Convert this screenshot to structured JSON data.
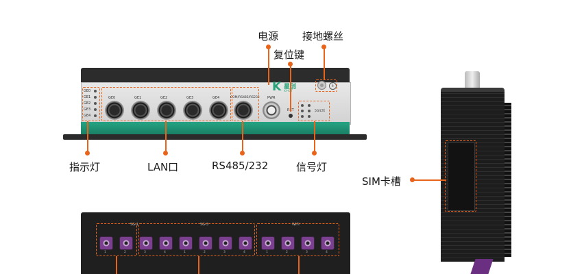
{
  "labels": {
    "power": "电源",
    "ground": "接地螺丝",
    "reset": "复位键",
    "indicator": "指示灯",
    "lan": "LAN口",
    "rs485": "RS485/232",
    "signal": "信号灯",
    "sim": "SIM卡槽"
  },
  "device": {
    "brand": "星创",
    "brand_sub": "XY-IOT",
    "logo_letter": "K",
    "ports": [
      "GE0",
      "GE1",
      "GE2",
      "GE3",
      "GE4"
    ],
    "com_port": "COM/RS485/RS232",
    "pwr": "PWR",
    "rst": "RST",
    "leds": [
      "GE0",
      "GE1",
      "GE2",
      "GE3",
      "GE4"
    ],
    "signal_label": "5G/LTE"
  },
  "bottom": {
    "groups": [
      "5G-1",
      "5G-3",
      "WIFI"
    ],
    "ant_numbers": [
      "1",
      "2",
      "3",
      "4",
      "1",
      "2",
      "3",
      "4",
      "1",
      "2",
      "3",
      "4"
    ]
  },
  "colors": {
    "accent": "#e8641b",
    "device_teal": "#1f9a7a",
    "antenna_purple": "#7a3f8f"
  }
}
